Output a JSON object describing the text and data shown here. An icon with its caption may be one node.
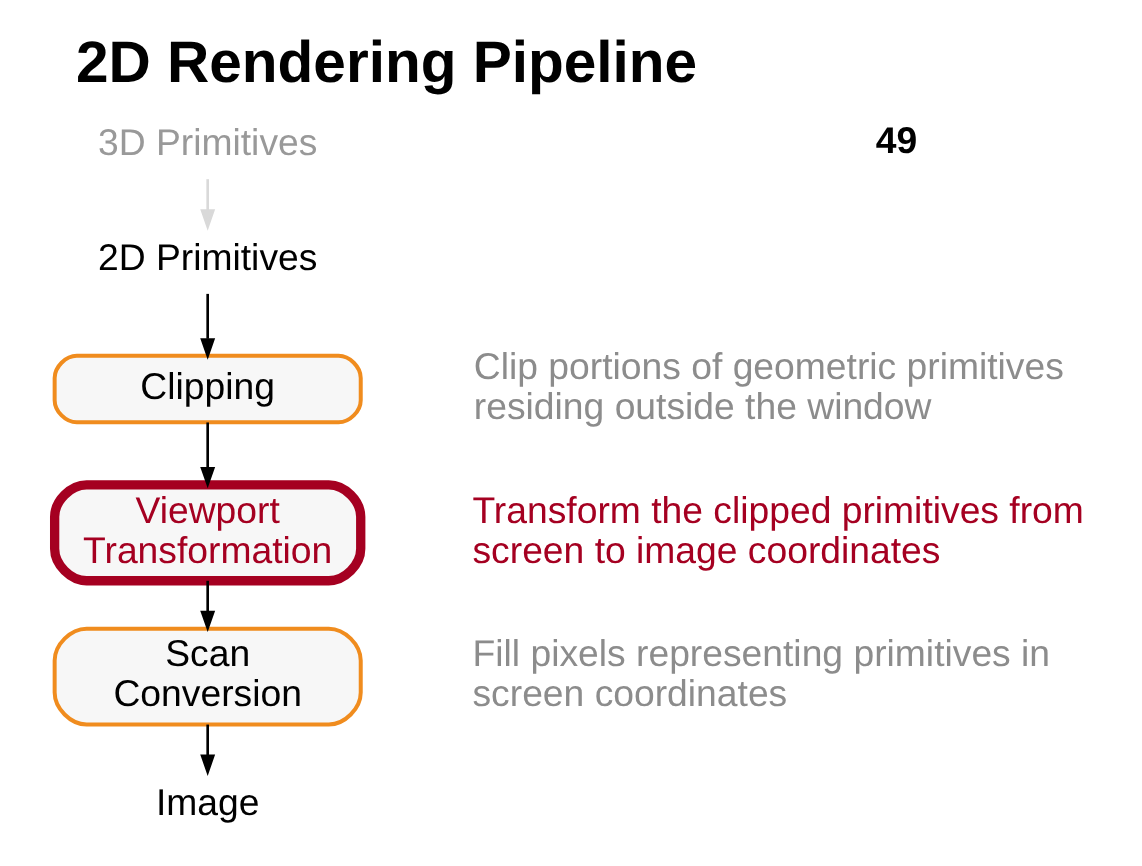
{
  "diagram": {
    "title": "2D Rendering Pipeline",
    "nodes": [
      {
        "text": [
          "3D Primitives"
        ]
      },
      {
        "text": [
          "2D Primitives"
        ]
      },
      {
        "text": [
          "Clipping"
        ],
        "beside": [
          "Clip portions of geometric primitives residing outside the window"
        ]
      },
      {
        "text": [
          "Viewport Transformation"
        ],
        "beside": [
          "Transform the clipped primitives from screen to image coordinates"
        ]
      },
      {
        "text": [
          "Scan Conversion"
        ],
        "beside": [
          "Fill pixels representing primitives in screen coordinates"
        ]
      },
      {
        "text": [
          "Image"
        ]
      }
    ],
    "edges": [
      {
        "from": 0,
        "to": 1,
        "arrow": "to",
        "color": "#d9d9d9"
      },
      {
        "from": 1,
        "to": 2,
        "arrow": "to"
      },
      {
        "from": 2,
        "to": 3,
        "arrow": "to"
      },
      {
        "from": 3,
        "to": 4,
        "arrow": "to"
      },
      {
        "from": 4,
        "to": 5,
        "arrow": "to"
      }
    ],
    "labels": [
      "49"
    ]
  }
}
